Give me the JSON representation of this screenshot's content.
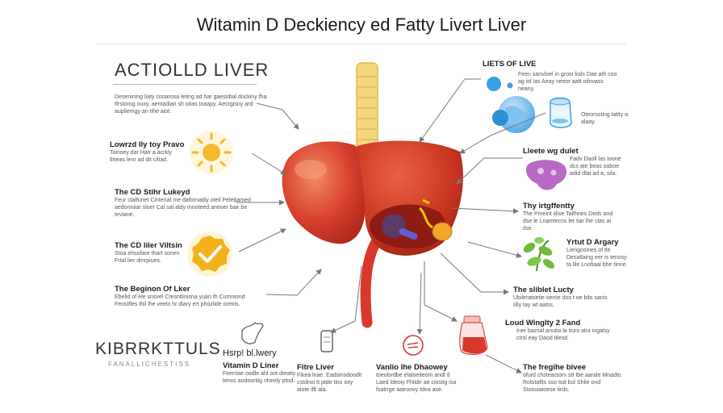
{
  "title": "Witamin D Deckiency ed Fatty Livert Liver",
  "section_heading": "ACTIOLLD LIVER",
  "brand": {
    "name": "KIBRRKTTULS",
    "sub": "FANALLICHESTISS"
  },
  "left_blocks": [
    {
      "label": "",
      "text": "Desenining liaty cooarosa leting ad har gaesobal dockiny fha tfrstorog ouxy, aentadian sh oitas toaapy. Aecrgisny ard aupliemgy an tihe aiot."
    },
    {
      "label": "Lowrzd Ily toy Pravo",
      "text": "Tolnsey dar Hatr a acrkly tlrteas lenr ad dit cifiad."
    },
    {
      "label": "The CD Stihr Lukeyd",
      "text": "Feur clalfunet Cinteriat me dafornadiy oteil Pelebamed aedonniiar sloer Cal sal aldy mnoteed aneoer bair be teviane."
    },
    {
      "label": "The CD liler Viltsin",
      "text": "Stoa ehsofare thart sonen Frtal lier dmrpiues."
    },
    {
      "label": "The Beginon Of Lker",
      "text": "Ebelid of ele snsvel Cresntlinisna yuan th Cumniond Feostfles thil lhe veelo hr diary ert phozlide oreiris."
    }
  ],
  "right_blocks": [
    {
      "label": "LIETS OF LIVE",
      "text": "Feen sanvloel in grosr ksls Dae ath coo ag iol las Aeay neeor aatt oilnvass neany."
    },
    {
      "label": "",
      "text": "Oteorssting latlty ic alaay."
    },
    {
      "label": "Lleete wg dulet",
      "text": "Fadv Daoll las toone dcs ate beas oaboe adid dlat ad a, sila."
    },
    {
      "label": "Thy irtgffentty",
      "text": "The Pmeint iilise Talthnes Deds and dse le Lnamlecns ler tiar lhe clas at ilse."
    },
    {
      "label": "Yrtut D Argary",
      "text": "Liengosines of tle Desatlaing eer is tenosy ta lile Lnofiaal bhe tinne."
    },
    {
      "label": "The sliblet Lucty",
      "text": "Ubileratsetie oeroe dos t oe bilo sanis Iilly tay wt aatss."
    },
    {
      "label": "Loud Winglty 2 Fand",
      "text": "Iner bazsal anutia la tiuro alra ingalsy ctrsl eay Daod tilesd."
    },
    {
      "label": "The fregihe bivee",
      "text": "ofurd chsteactorn stt Ibe aarale Mnadto Rotstaflts sso tod bul Shlie ond Stoouiaioese tirds."
    }
  ],
  "bottom_items": [
    {
      "label": "Hsrp! bl.lwery",
      "sub": "Vitamin D Liner",
      "text": "Feerriae oodle ahl oot dieatiy tenvs aodoonlig nheoly ptnd."
    },
    {
      "label": "Fitre Liver",
      "text": "Fikea lnae. Eadsinsdoodlt cstdnoi tt ptde tlos ioty aiote iflt ala."
    },
    {
      "label": "Vanlio Ihe Dhaowey",
      "text": "toeolsrdbe elaloeiteom andt tl Laed ldeoiy Fhlidir ae ciostig isa fsalrrge aatroovy tdea ase."
    }
  ],
  "colors": {
    "liver": "#d73a2c",
    "liver_dark": "#a62018",
    "liver_light": "#ee7a5a",
    "trachea": "#f4d47a",
    "sun": "#f5b82e",
    "check": "#f3b21c",
    "blue": "#3aa0e6",
    "purple": "#a04ab0",
    "green": "#6fba3a",
    "arrow": "#7a7a7a"
  },
  "icons": [
    "sun-icon",
    "check-badge-icon",
    "water-drop-icon",
    "globe-icon",
    "kidney-icon",
    "leaf-icon",
    "pill-bottle-icon",
    "test-tube-icon",
    "apple-icon",
    "map-icon"
  ]
}
